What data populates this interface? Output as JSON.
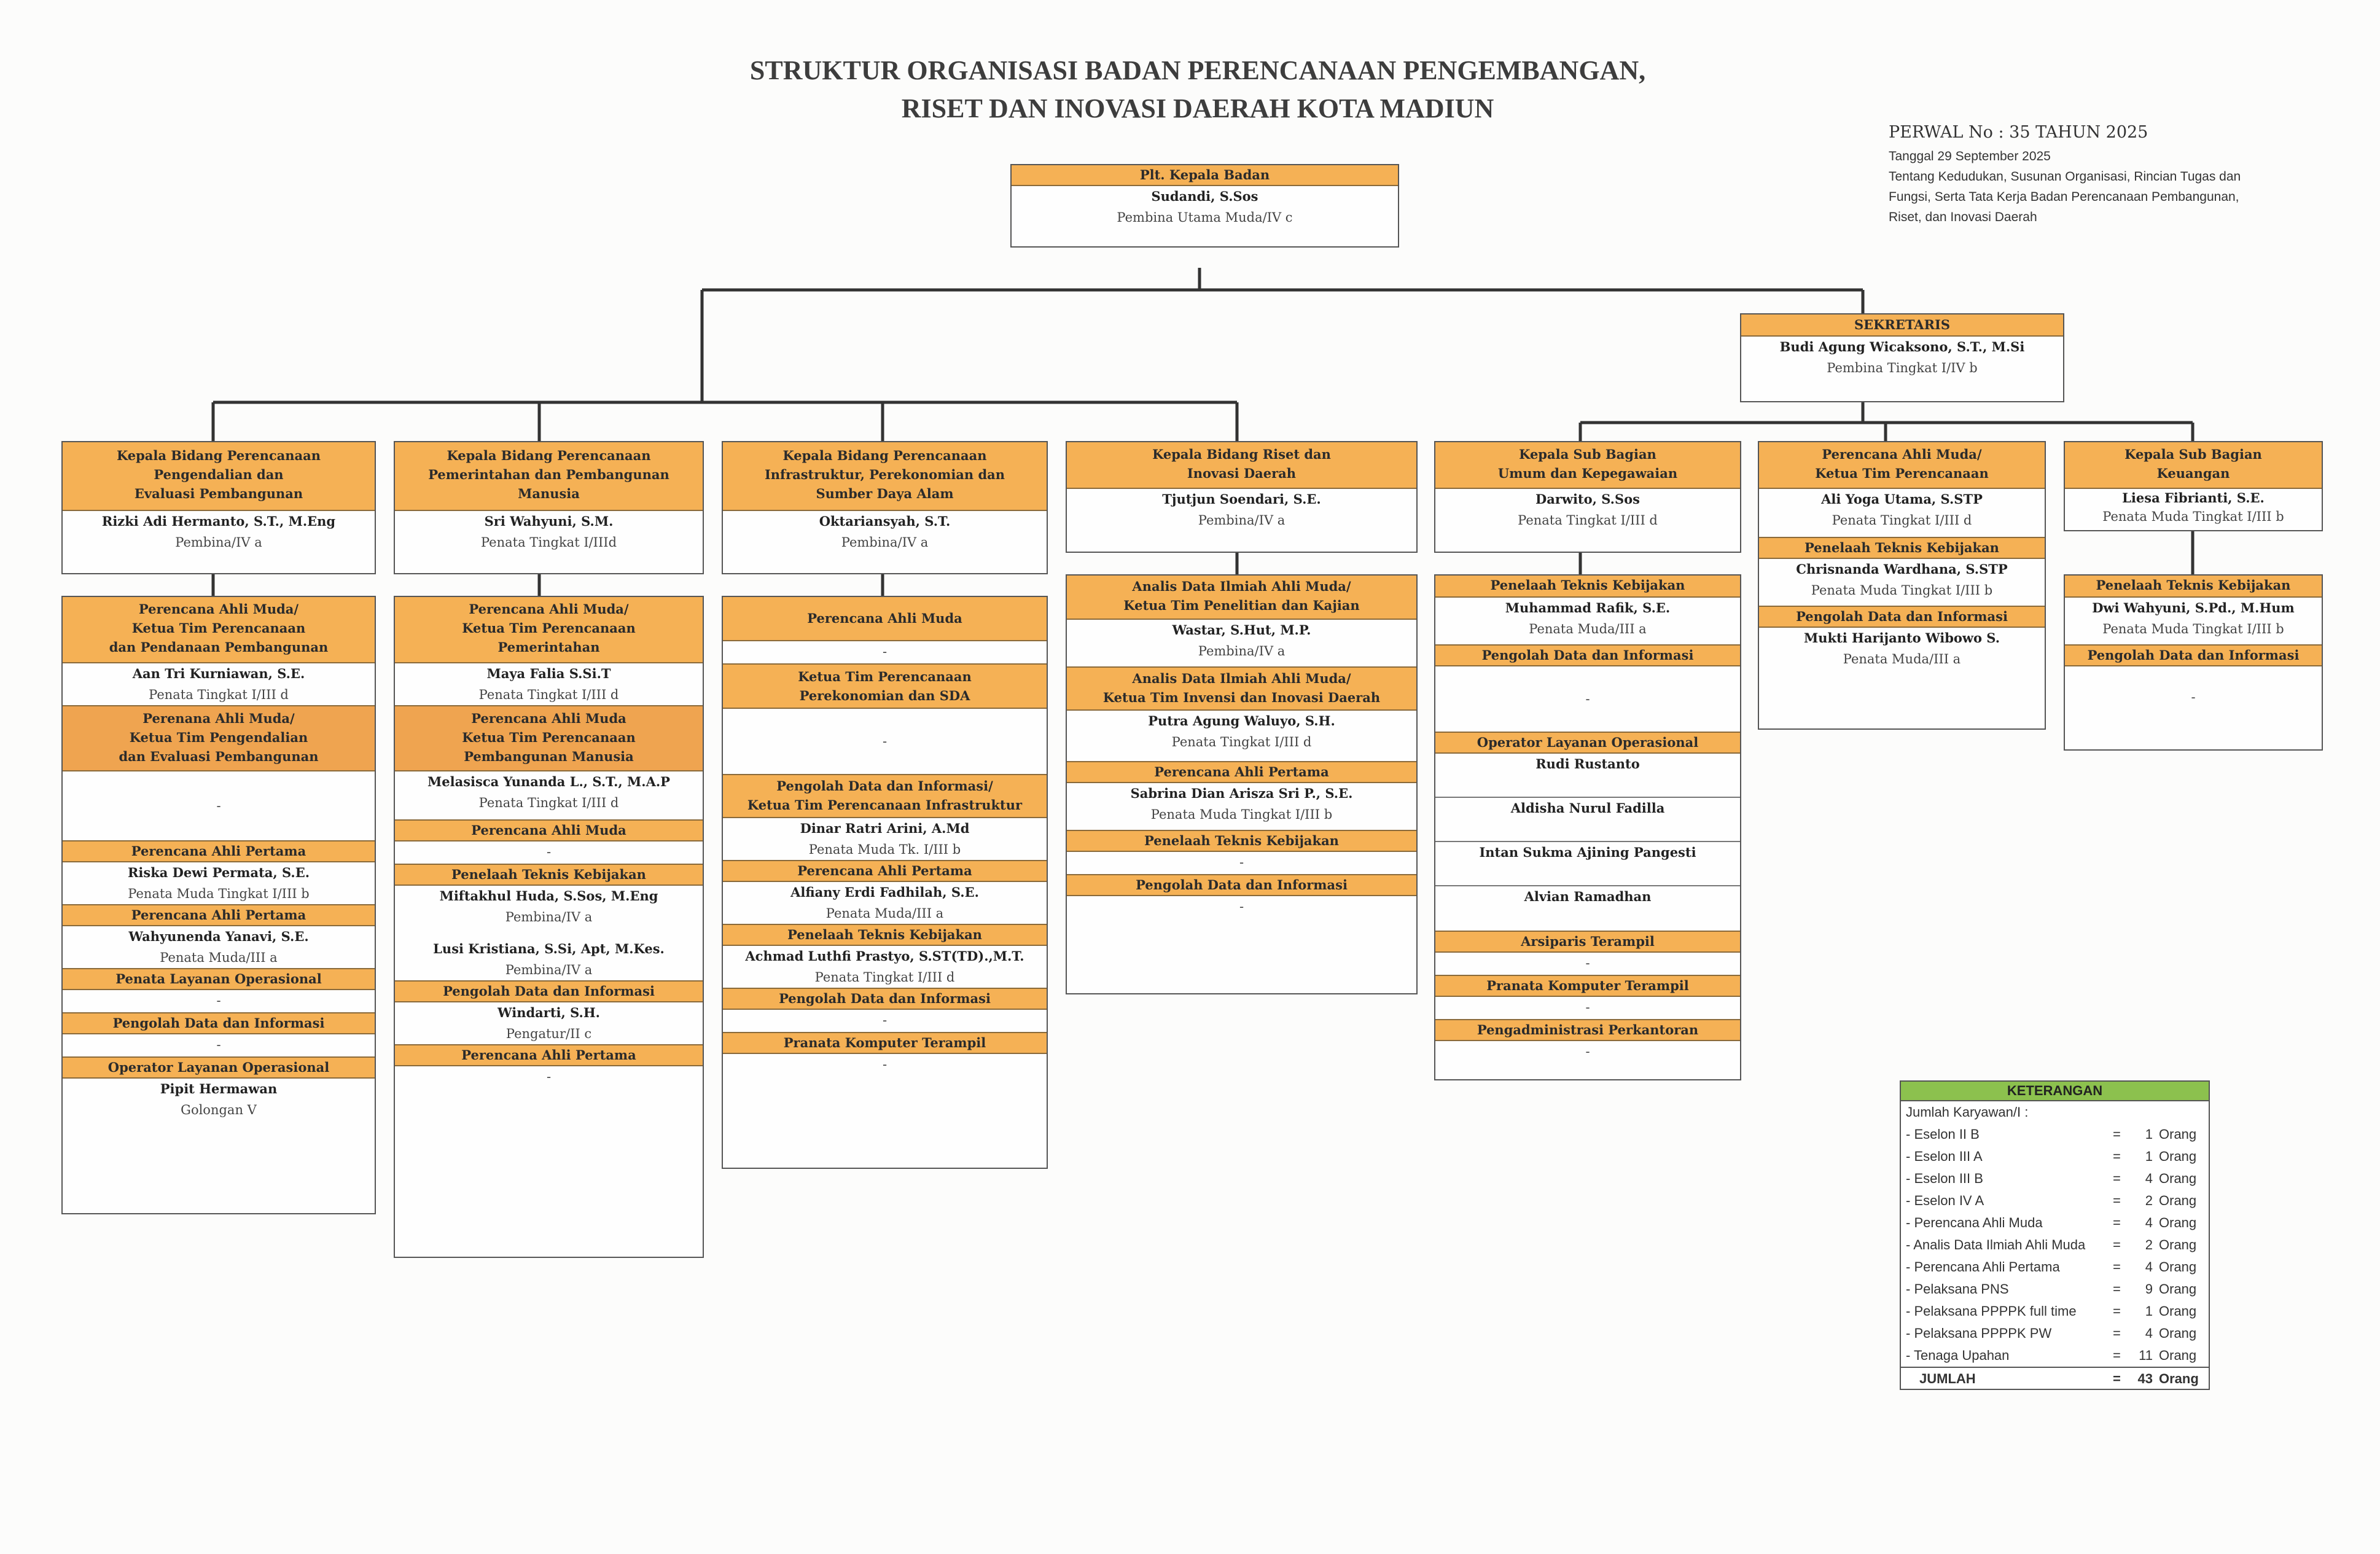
{
  "title": {
    "line1": "STRUKTUR ORGANISASI BADAN PERENCANAAN PENGEMBANGAN,",
    "line2": "RISET DAN INOVASI DAERAH KOTA MADIUN"
  },
  "perwal": {
    "line1": "PERWAL No :  35 TAHUN 2025",
    "line2": "Tanggal 29 September 2025",
    "line3": "Tentang Kedudukan, Susunan Organisasi, Rincian Tugas dan",
    "line4": "Fungsi, Serta Tata Kerja Badan Perencanaan Pembangunan,",
    "line5": "Riset, dan Inovasi Daerah"
  },
  "kepala": {
    "title": "Plt. Kepala Badan",
    "name": "Sudandi, S.Sos",
    "grade": "Pembina Utama Muda/IV c"
  },
  "sekretaris": {
    "title": "SEKRETARIS",
    "name": "Budi Agung Wicaksono, S.T., M.Si",
    "grade": "Pembina Tingkat I/IV b"
  },
  "columns": [
    {
      "head": {
        "t1": "Kepala Bidang Perencanaan",
        "t2": "Pengendalian dan",
        "t3": "Evaluasi Pembangunan",
        "name": "Rizki Adi Hermanto, S.T., M.Eng",
        "grade": "Pembina/IV a"
      },
      "s1": {
        "t1": "Perencana Ahli Muda/",
        "t2": "Ketua Tim  Perencanaan",
        "t3": "dan Pendanaan Pembangunan",
        "name": "Aan Tri Kurniawan, S.E.",
        "grade": "Penata Tingkat I/III d"
      },
      "s2": {
        "t1": "Perenana Ahli Muda/",
        "t2": "Ketua Tim Pengendalian",
        "t3": "dan Evaluasi Pembangunan",
        "empty": "-"
      },
      "s3": {
        "title": "Perencana Ahli Pertama",
        "name": "Riska Dewi Permata, S.E.",
        "grade": "Penata  Muda Tingkat I/III b"
      },
      "s4": {
        "title": "Perencana Ahli Pertama",
        "name": "Wahyunenda Yanavi, S.E.",
        "grade": "Penata  Muda/III a"
      },
      "s5": {
        "title": "Penata Layanan Operasional",
        "empty": "-"
      },
      "s6": {
        "title": "Pengolah Data dan Informasi",
        "empty": "-"
      },
      "s7": {
        "title": "Operator Layanan Operasional",
        "name": "Pipit Hermawan",
        "grade": "Golongan V"
      }
    },
    {
      "head": {
        "t1": "Kepala Bidang Perencanaan",
        "t2": "Pemerintahan dan Pembangunan",
        "t3": "Manusia",
        "name": "Sri Wahyuni, S.M.",
        "grade": "Penata Tingkat I/IIId"
      },
      "s1": {
        "t1": "Perencana Ahli Muda/",
        "t2": "Ketua Tim Perencanaan",
        "t3": "Pemerintahan",
        "name": "Maya Falia S.Si.T",
        "grade": "Penata Tingkat I/III d"
      },
      "s2": {
        "t1": "Perencana Ahli Muda",
        "t2": "Ketua Tim Perencanaan",
        "t3": "Pembangunan Manusia",
        "name": "Melasisca Yunanda L., S.T., M.A.P",
        "grade": "Penata Tingkat I/III d"
      },
      "s3": {
        "title": "Perencana Ahli Muda",
        "empty": "-"
      },
      "s4": {
        "title": "Penelaah Teknis Kebijakan",
        "name": "Miftakhul Huda, S.Sos, M.Eng",
        "grade": "Pembina/IV a",
        "name2": "Lusi Kristiana, S.Si, Apt, M.Kes.",
        "grade2": "Pembina/IV a"
      },
      "s5": {
        "title": "Pengolah Data dan Informasi",
        "name": "Windarti, S.H.",
        "grade": "Pengatur/II c"
      },
      "s6": {
        "title": "Perencana Ahli Pertama",
        "empty": "-"
      }
    },
    {
      "head": {
        "t1": "Kepala Bidang Perencanaan",
        "t2": "Infrastruktur, Perekonomian dan",
        "t3": "Sumber Daya Alam",
        "name": "Oktariansyah, S.T.",
        "grade": "Pembina/IV a"
      },
      "s1": {
        "title": "Perencana Ahli Muda",
        "empty": "-"
      },
      "s2": {
        "t1": "Ketua Tim Perencanaan",
        "t2": "Perekonomian dan SDA",
        "empty": "-"
      },
      "s3": {
        "t1": "Pengolah Data dan Informasi/",
        "t2": "Ketua Tim  Perencanaan Infrastruktur",
        "name": "Dinar Ratri Arini, A.Md",
        "grade": "Penata Muda Tk. I/III b"
      },
      "s4": {
        "title": "Perencana Ahli Pertama",
        "name": "Alfiany Erdi Fadhilah, S.E.",
        "grade": "Penata Muda/III a"
      },
      "s5": {
        "title": "Penelaah Teknis Kebijakan",
        "name": "Achmad Luthfi Prastyo, S.ST(TD).,M.T.",
        "grade": "Penata Tingkat I/III d"
      },
      "s6": {
        "title": "Pengolah Data dan Informasi",
        "empty": "-"
      },
      "s7": {
        "title": "Pranata Komputer Terampil",
        "empty": "-"
      }
    },
    {
      "head": {
        "t1": "Kepala Bidang Riset dan",
        "t2": "Inovasi Daerah",
        "name": "Tjutjun Soendari, S.E.",
        "grade": "Pembina/IV a"
      },
      "s1": {
        "t1": "Analis Data Ilmiah Ahli Muda/",
        "t2": "Ketua Tim Penelitian dan Kajian",
        "name": "Wastar, S.Hut, M.P.",
        "grade": "Pembina/IV a"
      },
      "s2": {
        "t1": "Analis Data Ilmiah Ahli Muda/",
        "t2": "Ketua Tim Invensi dan Inovasi Daerah",
        "name": "Putra Agung Waluyo, S.H.",
        "grade": "Penata Tingkat I/III  d"
      },
      "s3": {
        "title": "Perencana Ahli Pertama",
        "name": "Sabrina Dian Arisza Sri P., S.E.",
        "grade": "Penata  Muda Tingkat I/III b"
      },
      "s4": {
        "title": "Penelaah Teknis Kebijakan",
        "empty": "-"
      },
      "s5": {
        "title": "Pengolah Data dan Informasi",
        "empty": "-"
      }
    },
    {
      "head": {
        "t1": "Kepala Sub Bagian",
        "t2": "Umum dan Kepegawaian",
        "name": "Darwito, S.Sos",
        "grade": "Penata Tingkat I/III d"
      },
      "s1": {
        "title": "Penelaah Teknis Kebijakan",
        "name": "Muhammad Rafik, S.E.",
        "grade": "Penata Muda/III a"
      },
      "s2": {
        "title": "Pengolah Data dan Informasi",
        "empty": "-"
      },
      "s3": {
        "title": "Operator Layanan Operasional",
        "names": [
          "Rudi Rustanto",
          "Aldisha Nurul Fadilla",
          "Intan Sukma Ajining Pangesti",
          "Alvian Ramadhan"
        ]
      },
      "s4": {
        "title": "Arsiparis Terampil",
        "empty": "-"
      },
      "s5": {
        "title": "Pranata Komputer Terampil",
        "empty": "-"
      },
      "s6": {
        "title": "Pengadministrasi Perkantoran",
        "empty": "-"
      }
    },
    {
      "head": {
        "t1": "Perencana Ahli Muda/",
        "t2": "Ketua Tim Perencanaan",
        "name": "Ali Yoga Utama, S.STP",
        "grade": "Penata  Tingkat I/III  d"
      },
      "s1": {
        "title": "Penelaah Teknis Kebijakan",
        "name": "Chrisnanda Wardhana, S.STP",
        "grade": "Penata Muda Tingkat I/III b"
      },
      "s2": {
        "title": "Pengolah Data dan Informasi",
        "name": "Mukti Harijanto Wibowo S.",
        "grade": "Penata Muda/III a"
      }
    },
    {
      "head": {
        "t1": "Kepala Sub Bagian",
        "t2": "Keuangan",
        "name": "Liesa Fibrianti, S.E.",
        "grade": "Penata Muda Tingkat I/III b"
      },
      "s1": {
        "title": "Penelaah Teknis Kebijakan",
        "name": "Dwi Wahyuni, S.Pd., M.Hum",
        "grade": "Penata Muda Tingkat I/III b"
      },
      "s2": {
        "title": "Pengolah Data dan Informasi",
        "empty": "-"
      }
    }
  ],
  "keterangan": {
    "title": "KETERANGAN",
    "subtitle": "Jumlah Karyawan/I :",
    "rows": [
      {
        "label": "-  Eselon     II  B",
        "eq": "=",
        "value": "1",
        "unit": "Orang"
      },
      {
        "label": "-  Eselon     III A",
        "eq": "=",
        "value": "1",
        "unit": "Orang"
      },
      {
        "label": "-  Eselon     III B",
        "eq": "=",
        "value": "4",
        "unit": "Orang"
      },
      {
        "label": "-  Eselon     IV A",
        "eq": "=",
        "value": "2",
        "unit": "Orang"
      },
      {
        "label": "-  Perencana Ahli Muda",
        "eq": "=",
        "value": "4",
        "unit": "Orang"
      },
      {
        "label": "-  Analis Data Ilmiah Ahli Muda",
        "eq": "=",
        "value": "2",
        "unit": "Orang"
      },
      {
        "label": "-  Perencana Ahli Pertama",
        "eq": "=",
        "value": "4",
        "unit": "Orang"
      },
      {
        "label": "-  Pelaksana PNS",
        "eq": "=",
        "value": "9",
        "unit": "Orang"
      },
      {
        "label": "-  Pelaksana PPPPK full time",
        "eq": "=",
        "value": "1",
        "unit": "Orang"
      },
      {
        "label": "-  Pelaksana PPPPK PW",
        "eq": "=",
        "value": "4",
        "unit": "Orang"
      },
      {
        "label": "-  Tenaga Upahan",
        "eq": "=",
        "value": "11",
        "unit": "Orang"
      }
    ],
    "total": {
      "label": "JUMLAH",
      "eq": "=",
      "value": "43",
      "unit": "Orang"
    }
  }
}
